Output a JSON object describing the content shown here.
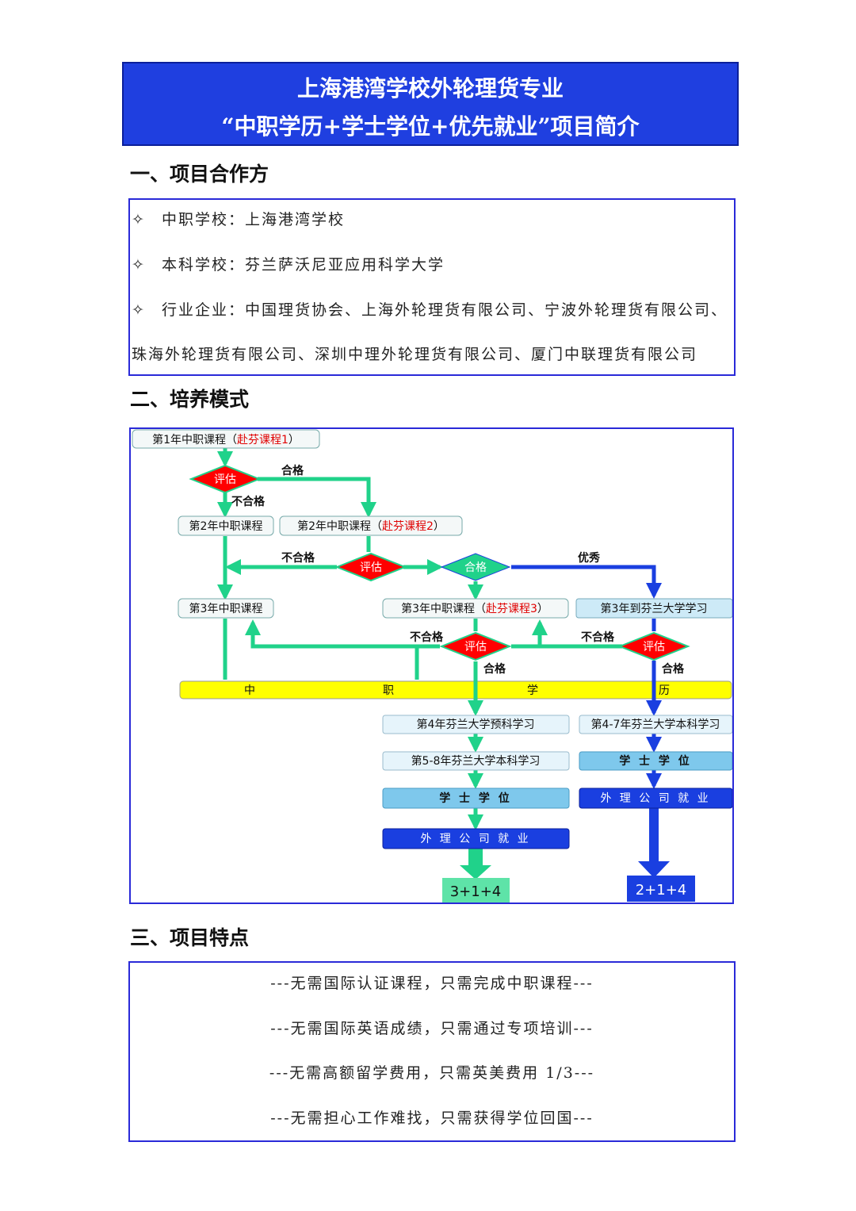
{
  "header": {
    "title_line1": "上海港湾学校外轮理货专业",
    "title_line2": "“中职学历+学士学位+优先就业”项目简介"
  },
  "sections": {
    "s1": "一、项目合作方",
    "s2": "二、培养模式",
    "s3": "三、项目特点"
  },
  "partners": {
    "bullet": "✧",
    "line1": "中职学校：上海港湾学校",
    "line2": "本科学校：芬兰萨沃尼亚应用科学大学",
    "line3": "行业企业：中国理货协会、上海外轮理货有限公司、宁波外轮理货有限公司、",
    "line4": "珠海外轮理货有限公司、深圳中理外轮理货有限公司、厦门中联理货有限公司"
  },
  "flow": {
    "y1": {
      "main": "第1年中职课程",
      "open": "（",
      "red": "赴芬课程1",
      "close": "）"
    },
    "y2a": "第2年中职课程",
    "y2b": {
      "main": "第2年中职课程",
      "open": "（",
      "red": "赴芬课程2",
      "close": "）"
    },
    "y3a": "第3年中职课程",
    "y3b": {
      "main": "第3年中职课程",
      "open": "（",
      "red": "赴芬课程3",
      "close": "）"
    },
    "y3c": "第3年到芬兰大学学习",
    "eval": "评估",
    "pass": "合格",
    "fail": "不合格",
    "excellent": "优秀",
    "diploma": [
      "中",
      "职",
      "学",
      "历"
    ],
    "y4": "第4年芬兰大学预科学习",
    "y47": "第4-7年芬兰大学本科学习",
    "y58": "第5-8年芬兰大学本科学习",
    "degree": "学 士 学 位",
    "job": "外 理 公 司 就 业",
    "result_left": "3+1+4",
    "result_right": "2+1+4"
  },
  "colors": {
    "green": "#20d28a",
    "blue": "#1a3fe0",
    "red": "#ff0000",
    "yellow": "#ffff00",
    "lightblue": "#7ec8ec",
    "paleblue": "#e6f4fb"
  },
  "features": {
    "line1": "---无需国际认证课程，只需完成中职课程---",
    "line2": "---无需国际英语成绩，只需通过专项培训---",
    "line3": "---无需高额留学费用，只需英美费用 1/3---",
    "line4": "---无需担心工作难找，只需获得学位回国---"
  }
}
